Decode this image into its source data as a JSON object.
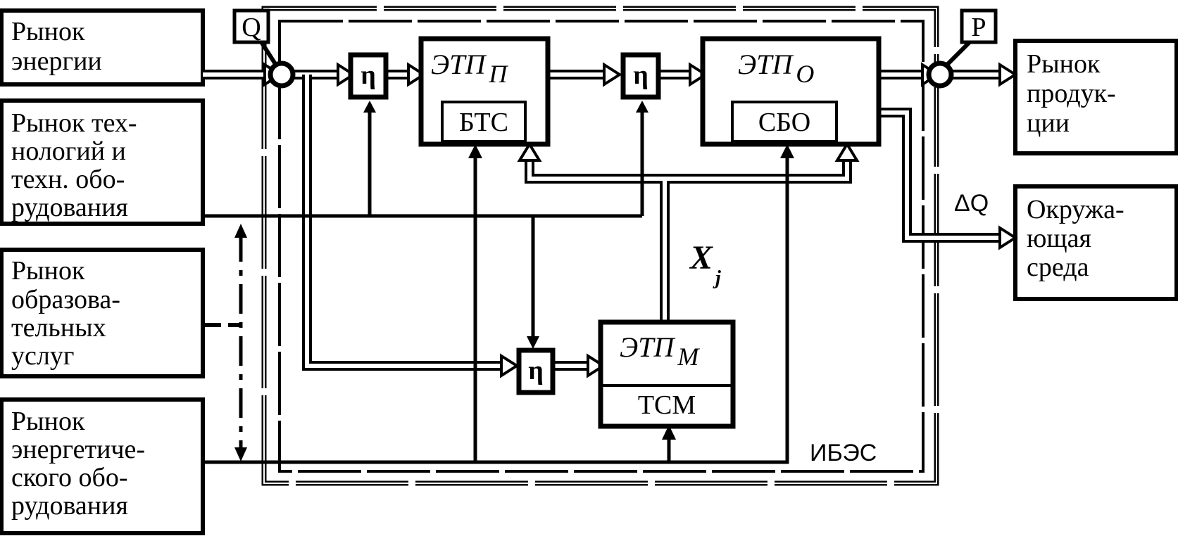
{
  "markets": {
    "energy": [
      "Рынок",
      "энергии"
    ],
    "tech": [
      "Рынок тех-",
      "нологий и",
      "техн. обо-",
      "рудования"
    ],
    "edu": [
      "Рынок",
      "образова-",
      "тельных",
      "услуг"
    ],
    "equip": [
      "Рынок",
      "энергетиче-",
      "ского обо-",
      "рудования"
    ],
    "product": [
      "Рынок",
      "продук-",
      "ции"
    ],
    "environment": [
      "Окружа-",
      "ющая",
      "среда"
    ]
  },
  "blocks": {
    "etp_p": {
      "main": "ЭТП",
      "sub": "П",
      "inner": "БТС"
    },
    "etp_o": {
      "main": "ЭТП",
      "sub": "О",
      "inner": "СБО"
    },
    "etp_m": {
      "main": "ЭТП",
      "sub": "М",
      "inner": "ТСМ"
    }
  },
  "eta": {
    "label": "η"
  },
  "flags": {
    "q": "Q",
    "p": "P",
    "delta_q": "ΔQ"
  },
  "x": {
    "main": "X",
    "sub": "j"
  },
  "system": {
    "label": "ИБЭС"
  }
}
